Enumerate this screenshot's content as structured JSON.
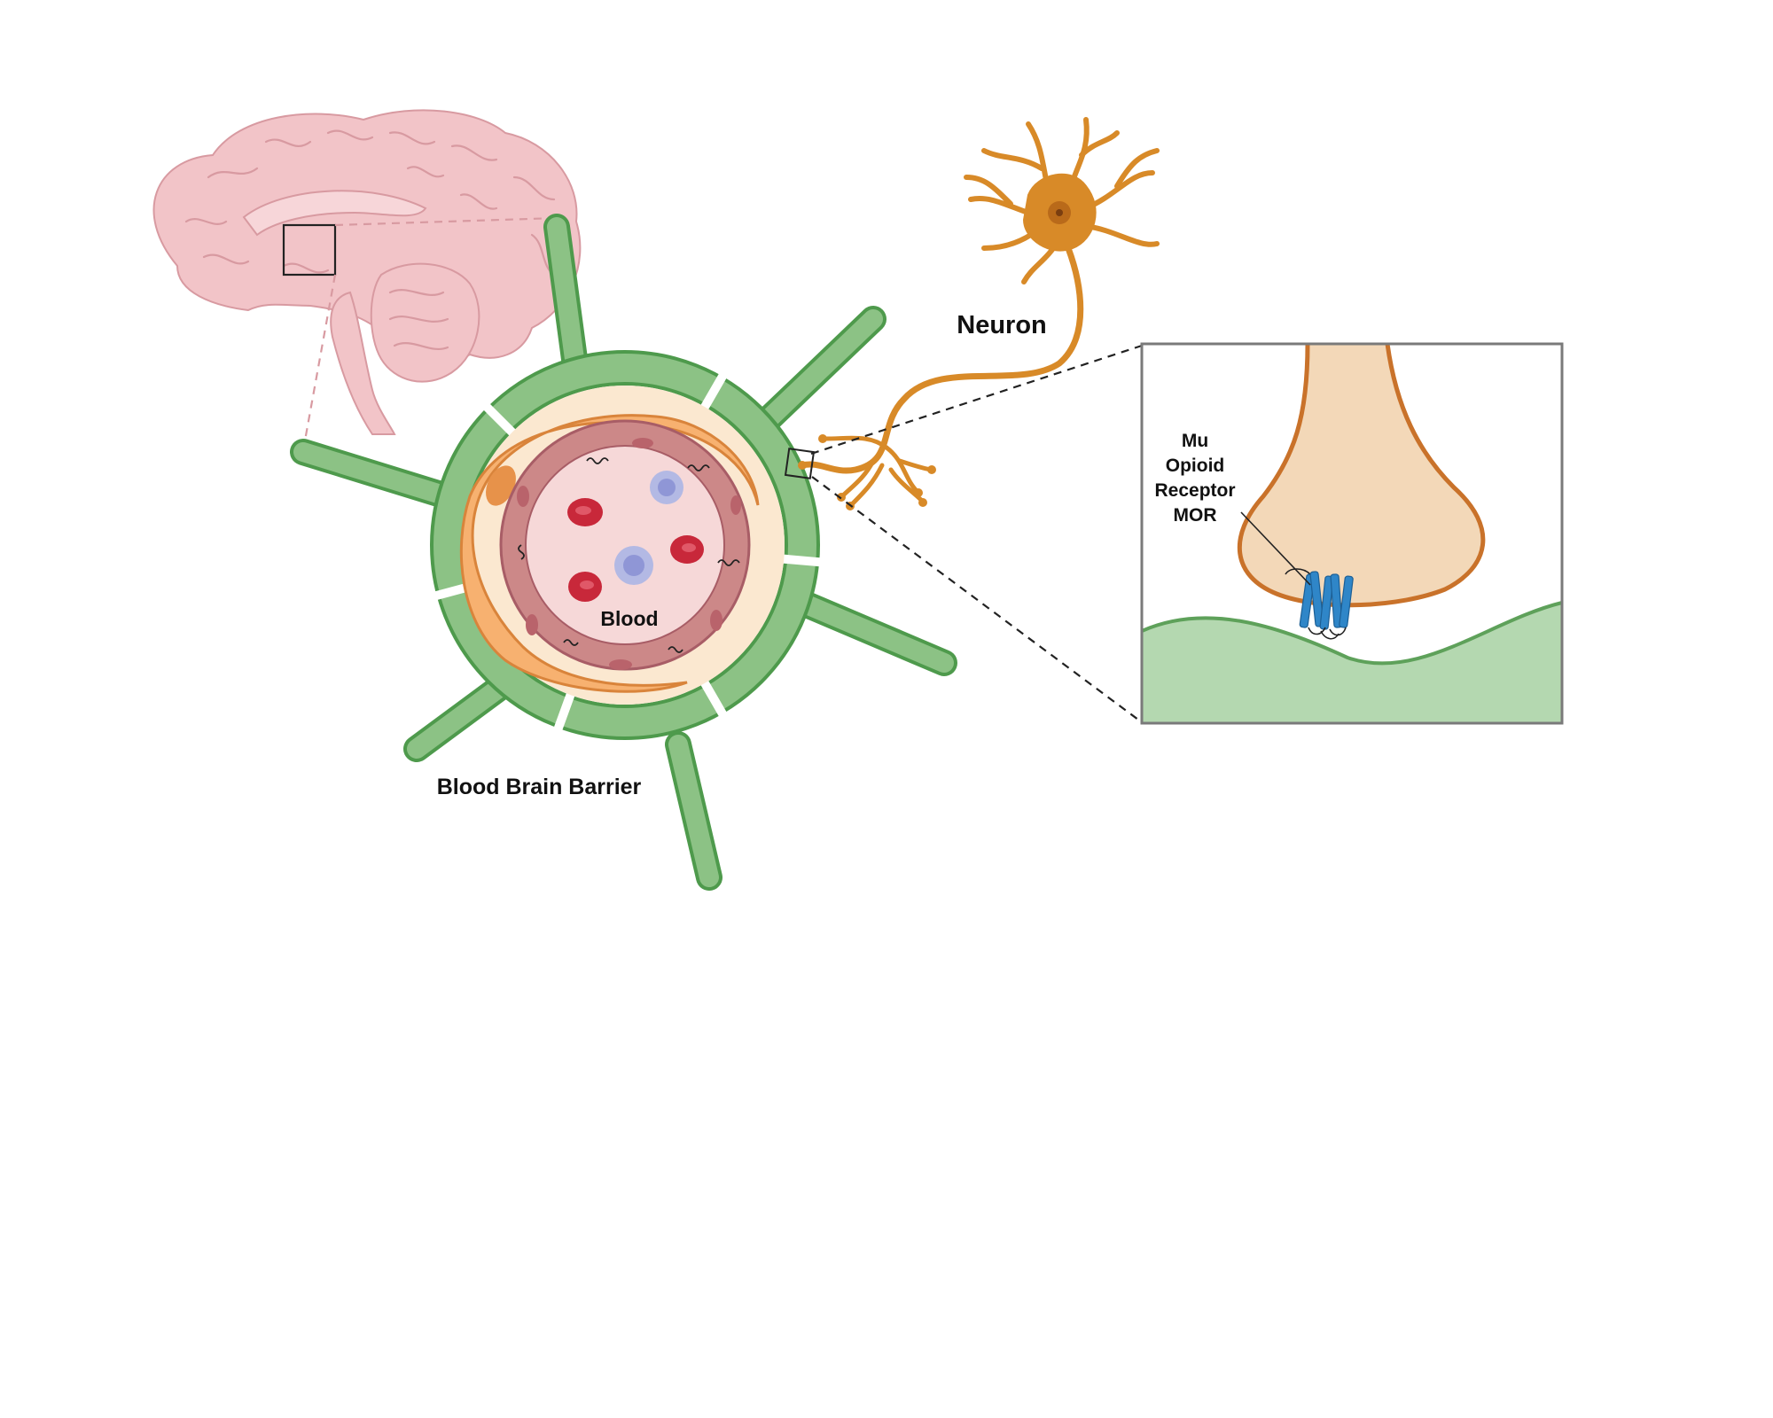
{
  "labels": {
    "neuron": "Neuron",
    "blood": "Blood",
    "bbb": "Blood Brain Barrier",
    "mor_line1": "Mu",
    "mor_line2": "Opioid",
    "mor_line3": "Receptor",
    "mor_line4": "MOR"
  },
  "colors": {
    "brain_fill": "#f2c4c8",
    "brain_stroke": "#d89aa1",
    "astrocyte_fill": "#8cc285",
    "astrocyte_stroke": "#4e9a4c",
    "basement": "#fbe8d0",
    "pericyte": "#f7b170",
    "pericyte_stroke": "#d9843b",
    "endothelium": "#cc8888",
    "endothelium_stroke": "#a85d66",
    "lumen": "#f6d8d8",
    "rbc": "#c8283a",
    "leukocyte": "#b3b9e4",
    "neuron": "#d88a28",
    "terminal_fill": "#f3d8b8",
    "terminal_stroke": "#c9722a",
    "postsynaptic_fill": "#b4d8b0",
    "postsynaptic_stroke": "#5ea15a",
    "receptor": "#2f86c8",
    "inset_border": "#7a7a7a"
  }
}
